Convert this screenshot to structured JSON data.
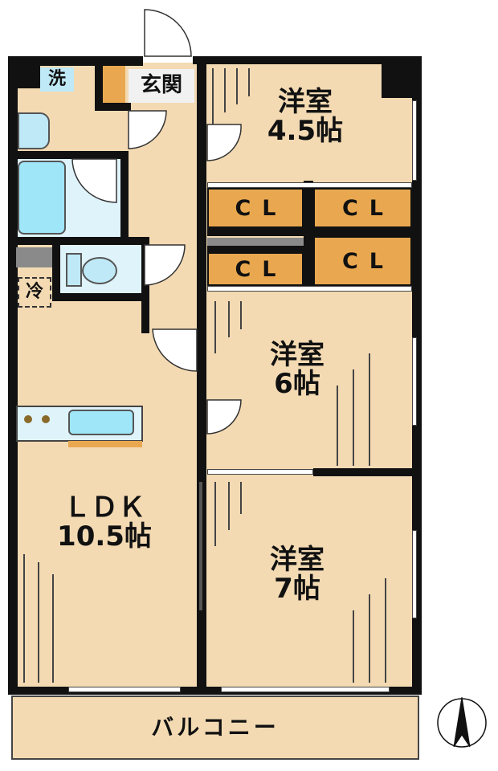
{
  "rooms": {
    "western_45": {
      "name": "洋室",
      "size": "4.5帖"
    },
    "western_6": {
      "name": "洋室",
      "size": "6帖"
    },
    "western_7": {
      "name": "洋室",
      "size": "7帖"
    },
    "ldk": {
      "name": "ＬＤＫ",
      "size": "10.5帖"
    },
    "entrance": "玄関",
    "balcony": "バルコニー",
    "washer": "洗",
    "fridge": "冷"
  },
  "closets": [
    "CL",
    "CL",
    "CL",
    "CL"
  ],
  "colors": {
    "floor": "#f3dab3",
    "closet": "#e9a84f",
    "water": "#bfe9f7",
    "wall": "#111111"
  }
}
